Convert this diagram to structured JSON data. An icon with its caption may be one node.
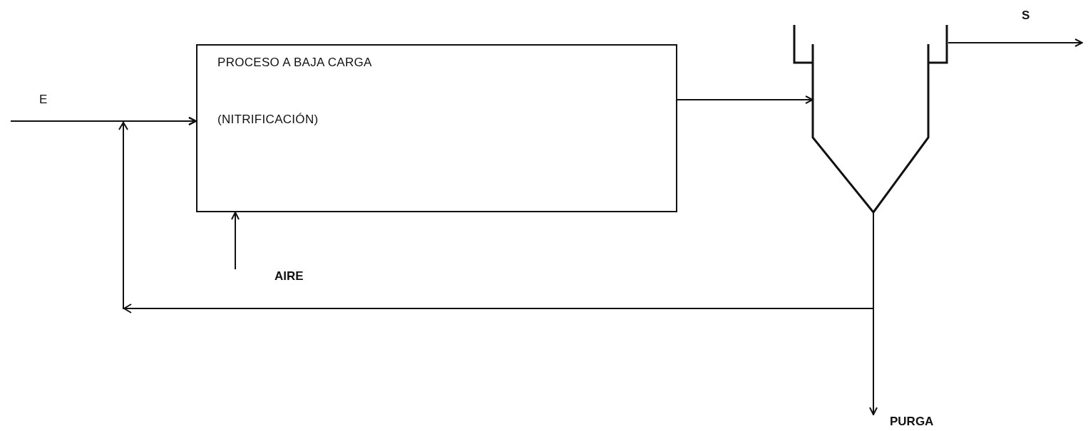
{
  "diagram": {
    "nodes": [
      {
        "text": [
          "PROCESO A BAJA CARGA",
          "(NITRIFICACIÓN)"
        ]
      },
      {
        "text": [],
        "shape": "tank"
      },
      {
        "text": [
          "AIRE"
        ]
      },
      {
        "text": [
          "PURGA"
        ]
      }
    ],
    "edges": [
      {
        "from": null,
        "to": 0,
        "arrow": "to"
      },
      {
        "from": 0,
        "to": 1,
        "arrow": "to"
      },
      {
        "from": 1,
        "to": null,
        "arrow": "to"
      },
      {
        "from": 1,
        "to": 3,
        "arrow": "to"
      },
      {
        "from": 1,
        "to": 0,
        "arrow": "to"
      },
      {
        "from": 2,
        "to": 0,
        "arrow": "to"
      }
    ],
    "labels": [
      "E",
      "S"
    ]
  }
}
